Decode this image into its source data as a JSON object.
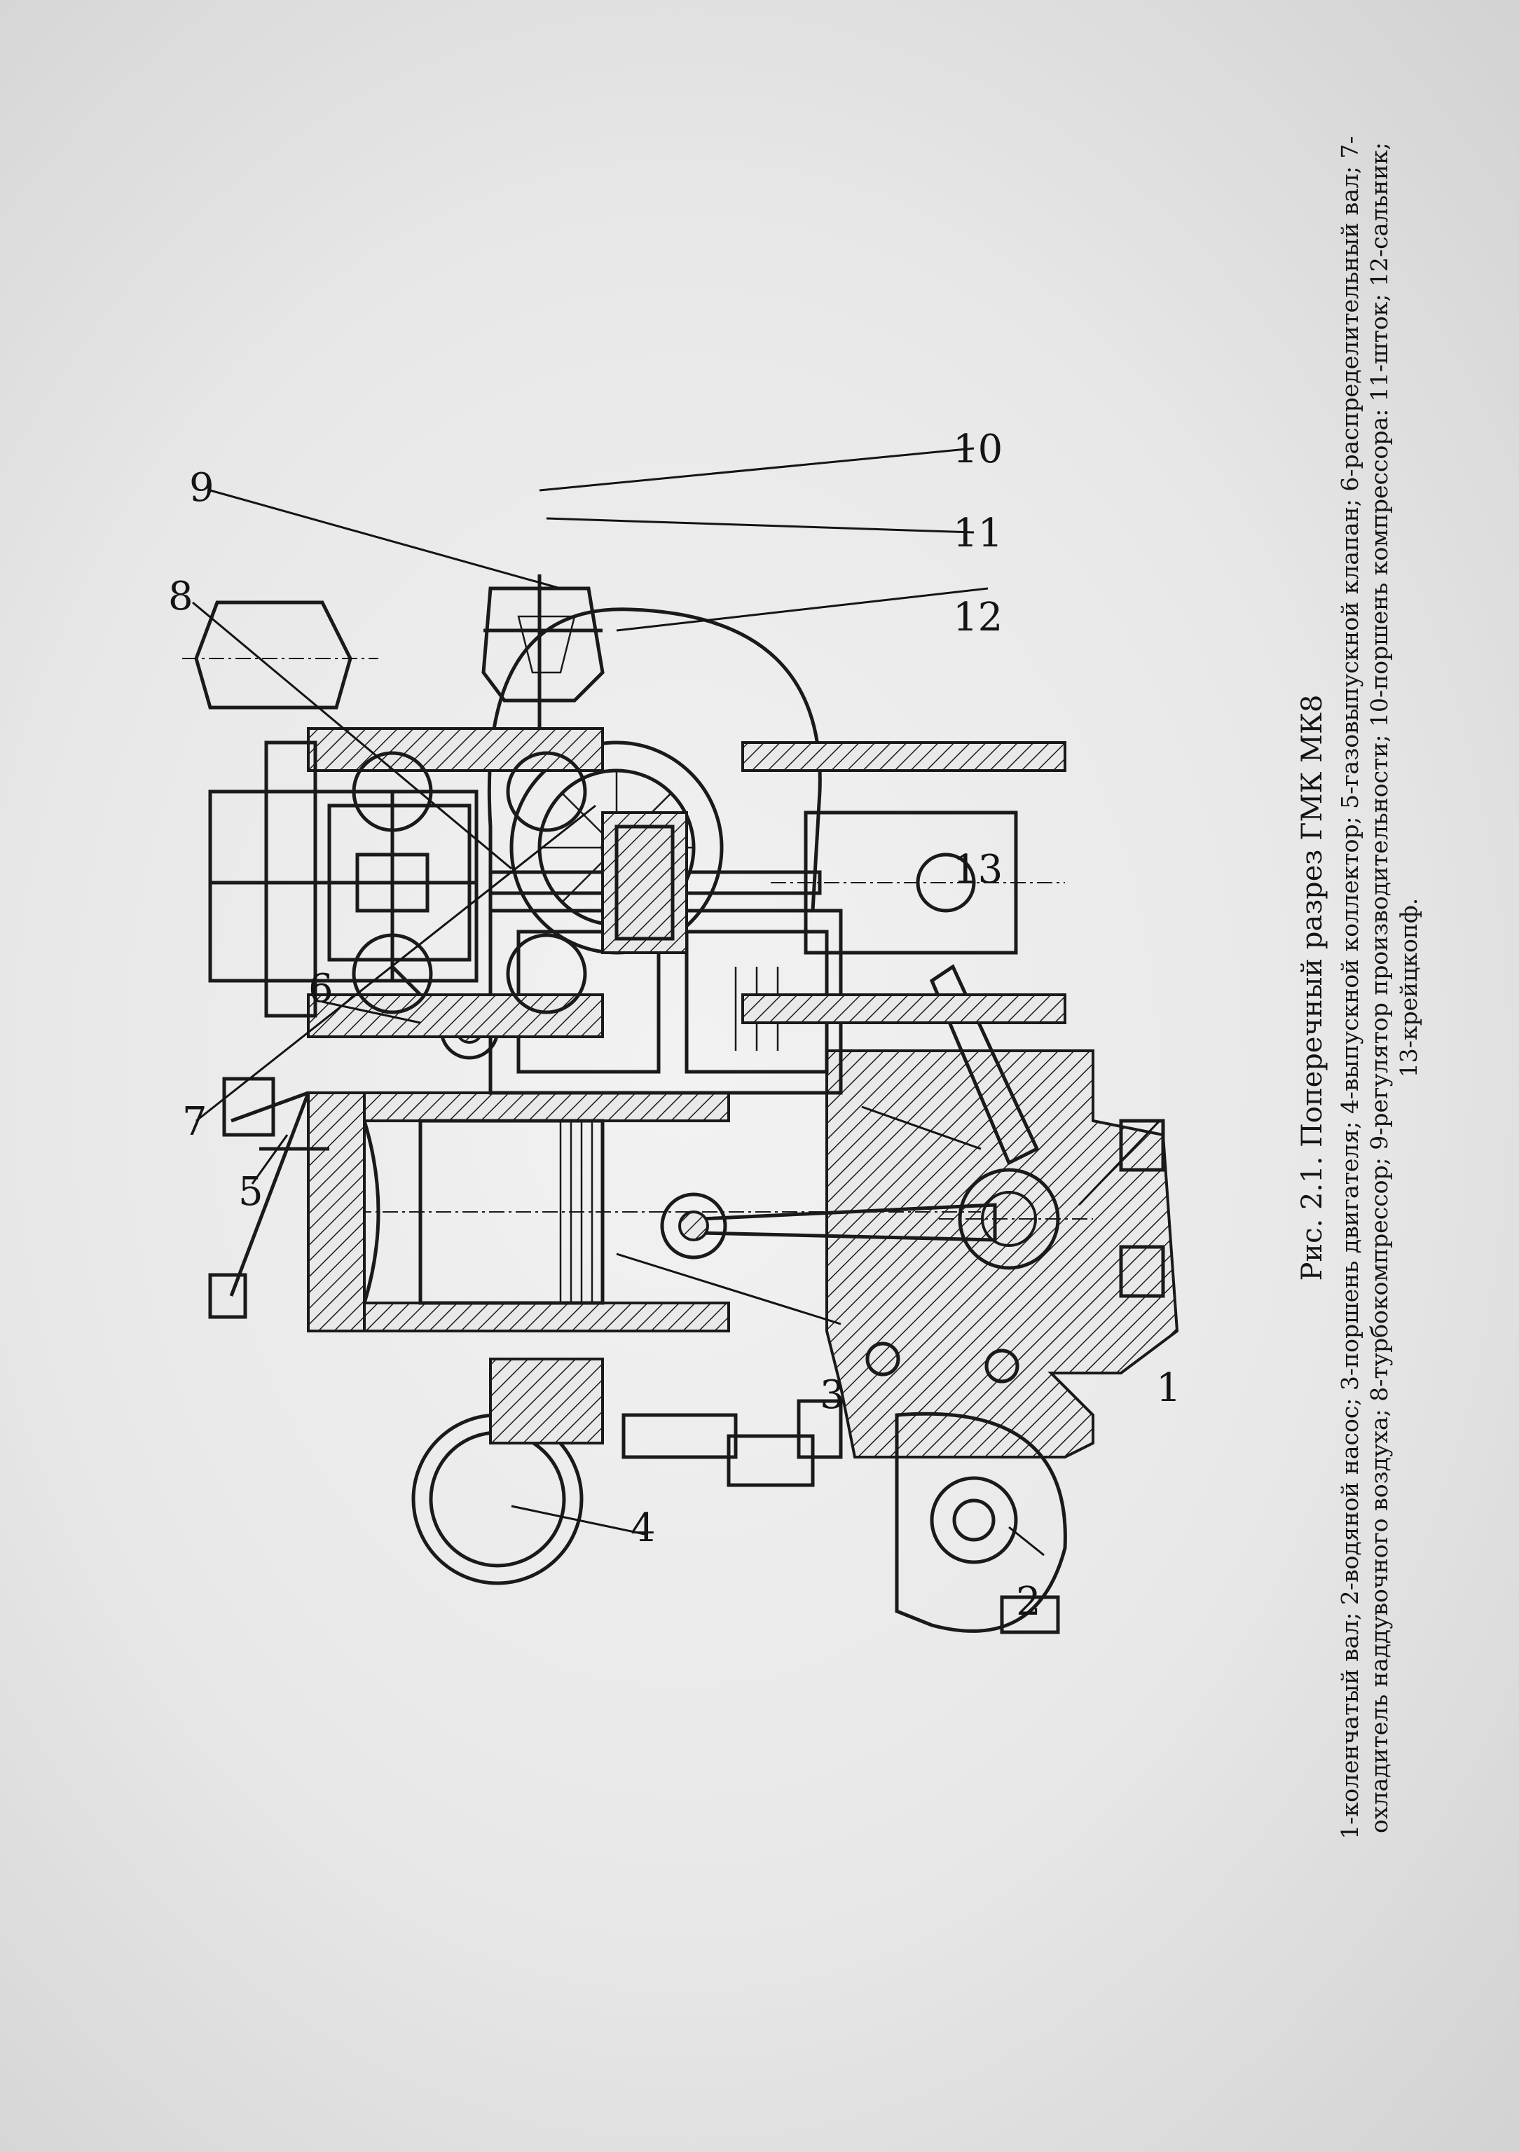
{
  "figure": {
    "title": "Рис. 2.1. Поперечный разрез ГМК МК8",
    "legend_line1": "1-коленчатый вал; 2-водяной насос; 3-поршень двигателя; 4-выпускной коллектор; 5-газовыпускной клапан; 6-распределительный вал; 7-",
    "legend_line2": "охладитель наддувочного воздуха; 8-турбокомпрессор; 9-регулятор производительности; 10-поршень компрессора: 11-шток; 12-сальник;",
    "legend_line3": "13-крейцкопф."
  },
  "callouts": [
    {
      "id": "1",
      "label": "1"
    },
    {
      "id": "2",
      "label": "2"
    },
    {
      "id": "3",
      "label": "3"
    },
    {
      "id": "4",
      "label": "4"
    },
    {
      "id": "5",
      "label": "5"
    },
    {
      "id": "6",
      "label": "6"
    },
    {
      "id": "7",
      "label": "7"
    },
    {
      "id": "8",
      "label": "8"
    },
    {
      "id": "9",
      "label": "9"
    },
    {
      "id": "10",
      "label": "10"
    },
    {
      "id": "11",
      "label": "11"
    },
    {
      "id": "12",
      "label": "12"
    },
    {
      "id": "13",
      "label": "13"
    }
  ]
}
